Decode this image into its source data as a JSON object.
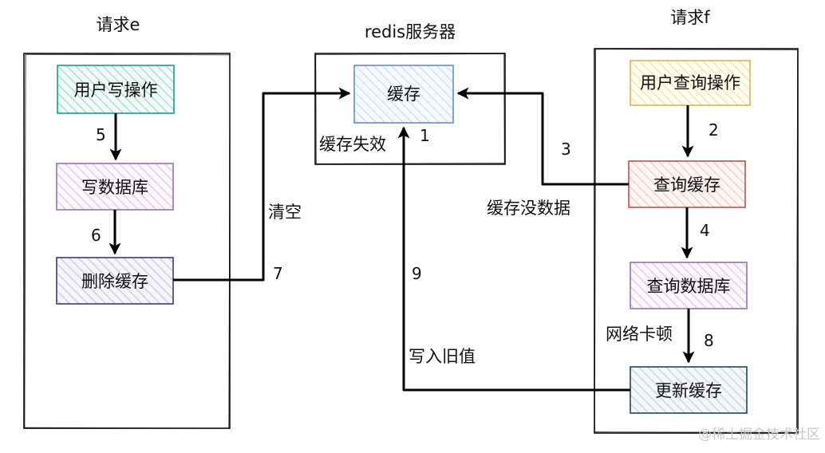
{
  "request_e": {
    "title": "请求e"
  },
  "redis": {
    "title": "redis服务器"
  },
  "request_f": {
    "title": "请求f"
  },
  "boxes": {
    "user_write": "用户写操作",
    "write_db": "写数据库",
    "delete_cache": "删除缓存",
    "cache": "缓存",
    "user_query": "用户查询操作",
    "query_cache": "查询缓存",
    "query_db": "查询数据库",
    "update_cache": "更新缓存"
  },
  "labels": {
    "cache_invalid": "缓存失效",
    "clear": "清空",
    "no_data": "缓存没数据",
    "write_old": "写入旧值",
    "network_lag": "网络卡顿"
  },
  "steps": {
    "s1": "1",
    "s2": "2",
    "s3": "3",
    "s4": "4",
    "s5": "5",
    "s6": "6",
    "s7": "7",
    "s8": "8",
    "s9": "9"
  },
  "colors": {
    "teal": "#1a9c8a",
    "purple": "#9673a6",
    "navy": "#3d3a7a",
    "blue": "#6c8ebf",
    "gold": "#d6b656",
    "red": "#b85450",
    "dark_teal": "#23445d"
  },
  "watermark": "@稀土掘金技术社区"
}
